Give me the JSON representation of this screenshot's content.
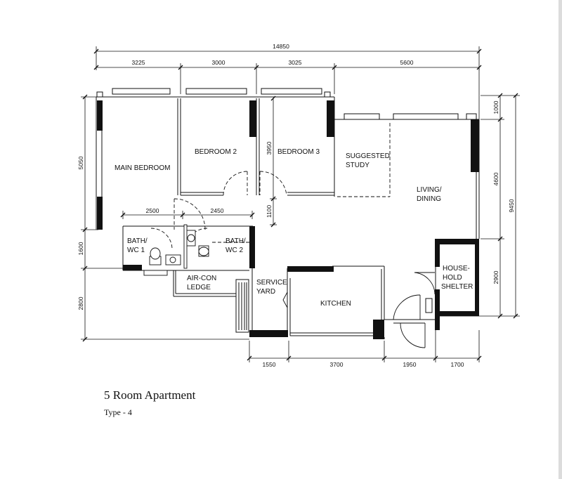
{
  "rooms": {
    "main_bedroom": "MAIN BEDROOM",
    "bedroom2": "BEDROOM 2",
    "bedroom3": "BEDROOM 3",
    "study_line1": "SUGGESTED",
    "study_line2": "STUDY",
    "living_line1": "LIVING/",
    "living_line2": "DINING",
    "bath1_line1": "BATH/",
    "bath1_line2": "WC 1",
    "bath2_line1": "BATH/",
    "bath2_line2": "WC 2",
    "aircon_line1": "AIR-CON",
    "aircon_line2": "LEDGE",
    "service_line1": "SERVICE",
    "service_line2": "YARD",
    "kitchen": "KITCHEN",
    "shelter_line1": "HOUSE-",
    "shelter_line2": "HOLD",
    "shelter_line3": "SHELTER"
  },
  "dimensions": {
    "overall_width": "14850",
    "top": [
      "3225",
      "3000",
      "3025",
      "5600"
    ],
    "bottom": [
      "1550",
      "3700",
      "1950",
      "1700"
    ],
    "middle": [
      "2500",
      "2450"
    ],
    "left": [
      "5050",
      "1600",
      "2800"
    ],
    "right": [
      "1000",
      "4600",
      "2900"
    ],
    "right_total": "9450",
    "inner": [
      "3950",
      "1100"
    ]
  },
  "caption": {
    "title": "5 Room Apartment",
    "subtitle": "Type - 4"
  }
}
